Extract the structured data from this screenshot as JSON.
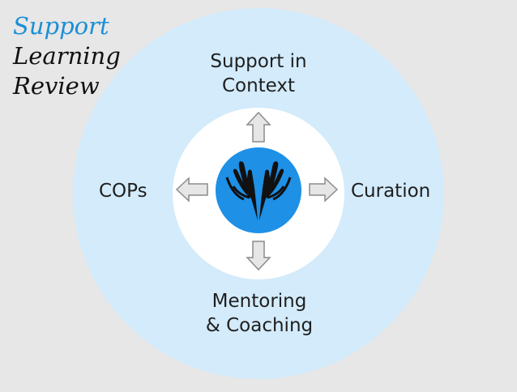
{
  "logo": {
    "line1": "Support",
    "line2": "Learning",
    "line3": "Review",
    "color_primary": "#1a8fd6",
    "color_secondary": "#111111"
  },
  "diagram": {
    "top_label_line1": "Support in",
    "top_label_line2": "Context",
    "left_label": "COPs",
    "right_label": "Curation",
    "bottom_label_line1": "Mentoring",
    "bottom_label_line2": "& Coaching",
    "center_icon": "open-hands-icon",
    "colors": {
      "background": "#e7e7e7",
      "outer_circle": "#d3ebfb",
      "inner_circle": "#ffffff",
      "center_circle": "#1e90e6",
      "arrow_fill": "#e6e6e6",
      "arrow_stroke": "#8c8c8c"
    }
  }
}
